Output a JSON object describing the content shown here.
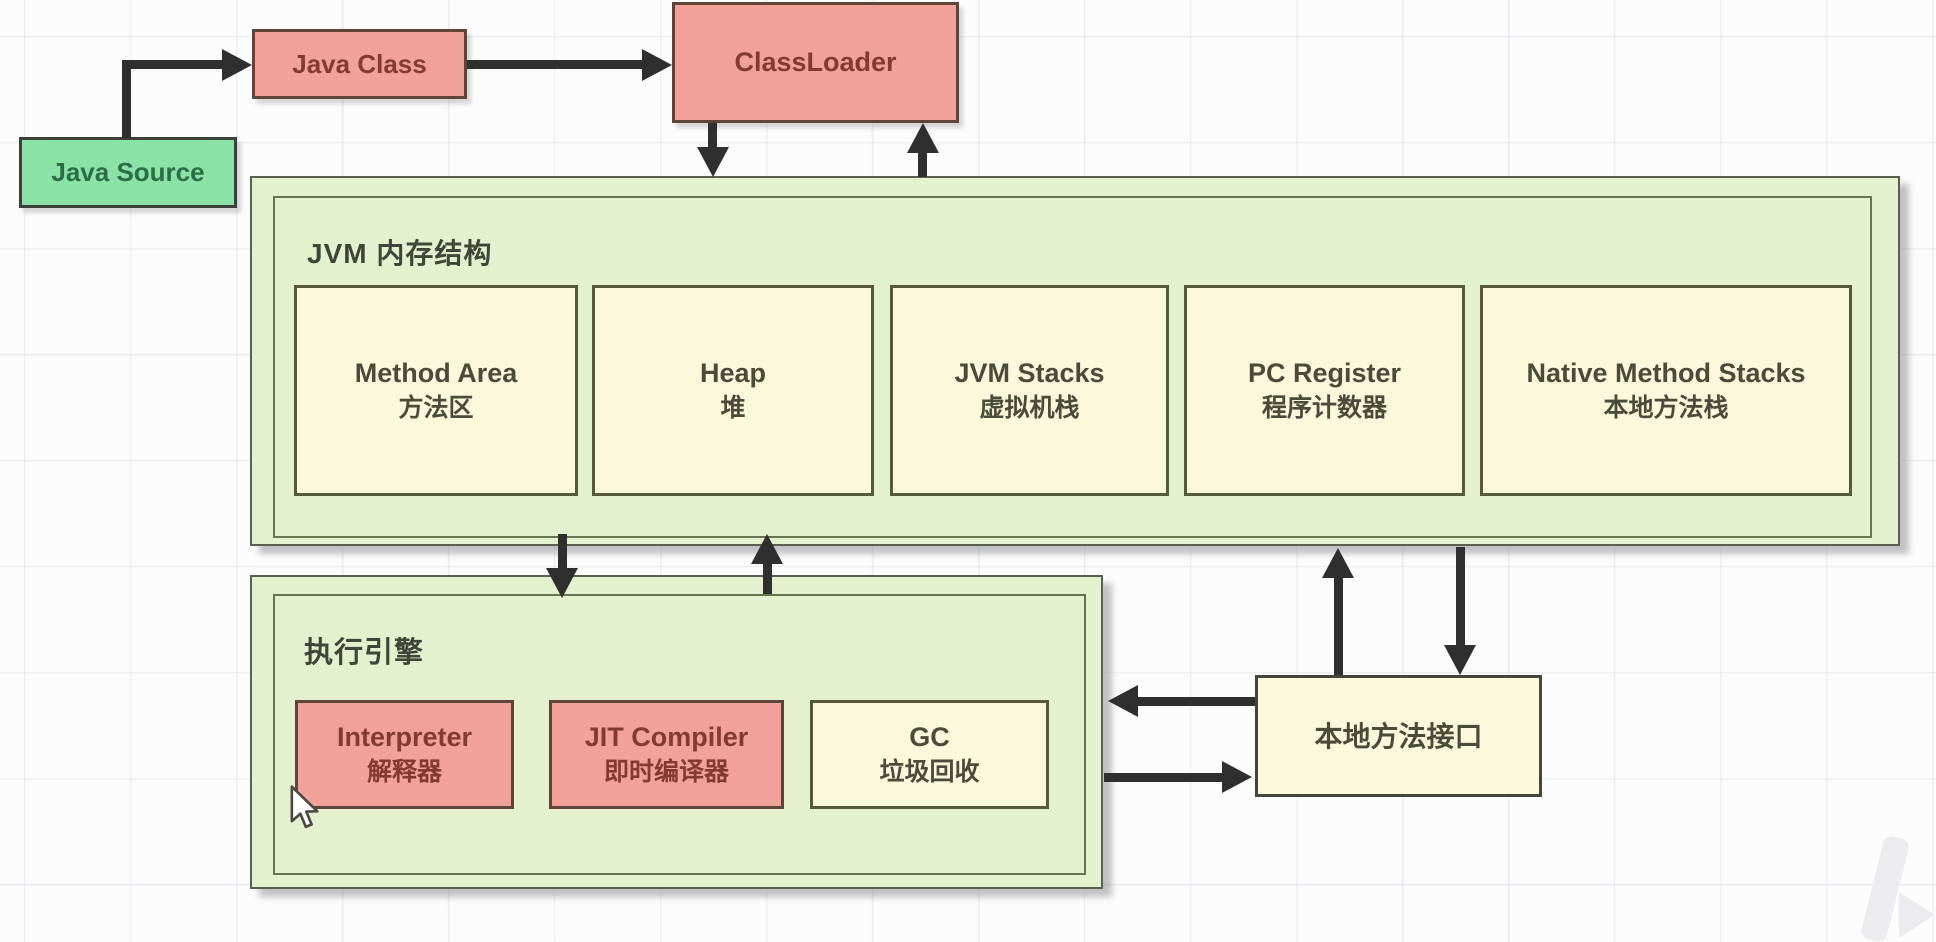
{
  "nodes": {
    "java_source": "Java Source",
    "java_class": "Java Class",
    "classloader": "ClassLoader",
    "memory_title": "JVM 内存结构",
    "memory_boxes": [
      {
        "en": "Method Area",
        "zh": "方法区"
      },
      {
        "en": "Heap",
        "zh": "堆"
      },
      {
        "en": "JVM Stacks",
        "zh": "虚拟机栈"
      },
      {
        "en": "PC Register",
        "zh": "程序计数器"
      },
      {
        "en": "Native Method Stacks",
        "zh": "本地方法栈"
      }
    ],
    "engine_title": "执行引擎",
    "engine_boxes": [
      {
        "en": "Interpreter",
        "zh": "解释器"
      },
      {
        "en": "JIT Compiler",
        "zh": "即时编译器"
      },
      {
        "en": "GC",
        "zh": "垃圾回收"
      }
    ],
    "nmi": "本地方法接口"
  },
  "colors": {
    "pink_fill": "#F1A198",
    "pink_border": "#5F4438",
    "pink_text": "#843A30",
    "green_fill": "#8BE2A7",
    "green_border": "#3A413A",
    "green_text": "#2B6E45",
    "yellow_fill": "#FBF8DB",
    "yellow_border": "#565A3C",
    "yellow_text": "#4B4B3A",
    "container_fill": "#E4F1CE",
    "container_border": "#596052",
    "inner_border": "#67754E",
    "arrow": "#2F2F2F"
  }
}
